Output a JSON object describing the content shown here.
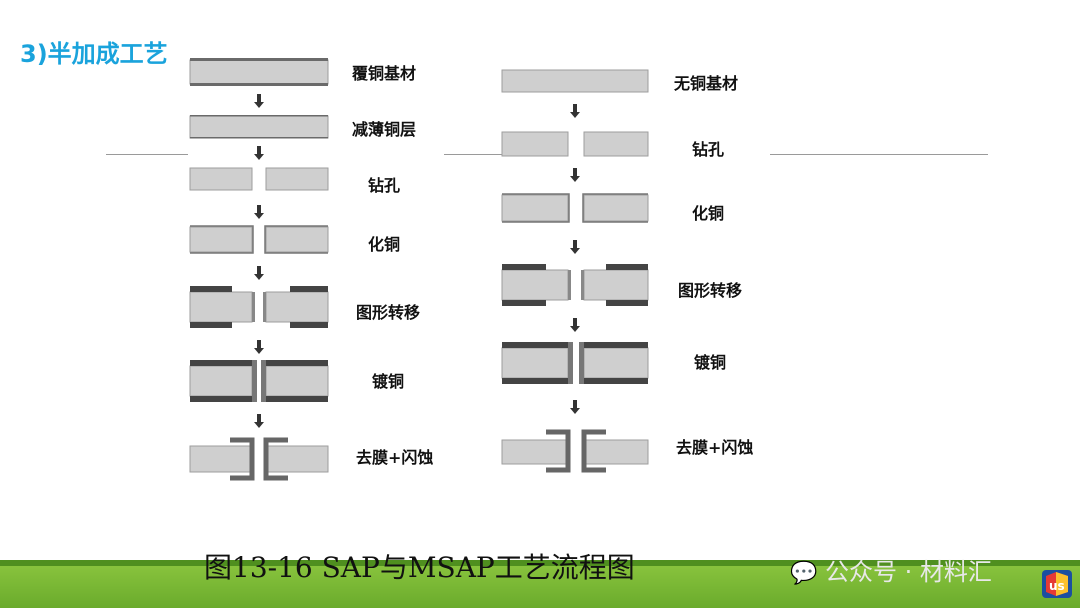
{
  "slide_title": "3)半加成工艺",
  "sap_steps": [
    "覆铜基材",
    "减薄铜层",
    "钻孔",
    "化铜",
    "图形转移",
    "镀铜",
    "去膜+闪蚀"
  ],
  "msap_steps": [
    "无铜基材",
    "钻孔",
    "化铜",
    "图形转移",
    "镀铜",
    "去膜+闪蚀"
  ],
  "caption": "图13-16  SAP与MSAP工艺流程图",
  "watermark": "公众号 · 材料汇",
  "colors": {
    "title": "#1aa3dc",
    "substrate": "#cfcfcf",
    "copper": "#555555",
    "resist": "#444444",
    "green_bar": "#7dba35"
  }
}
